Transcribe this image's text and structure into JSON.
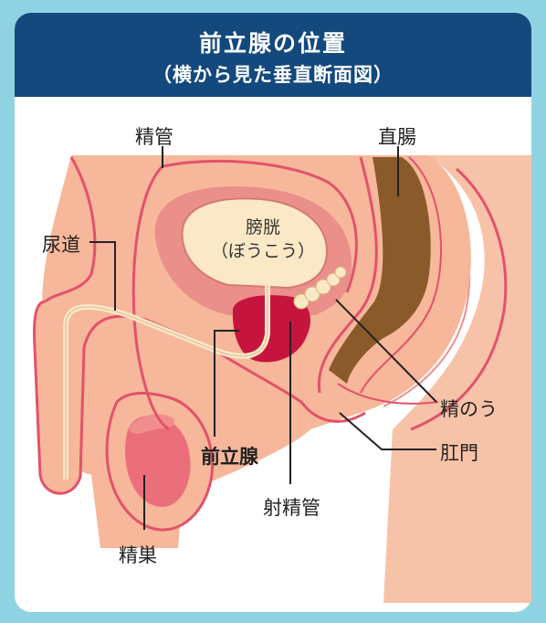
{
  "header": {
    "title": "前立腺の位置",
    "subtitle": "（横から見た垂直断面図）"
  },
  "labels": {
    "seikan": "精管",
    "chokucho": "直腸",
    "nyodo": "尿道",
    "bokou_line1": "膀胱",
    "bokou_line2": "（ぼうこう）",
    "seinou": "精のう",
    "komon": "肛門",
    "zenritsusen": "前立腺",
    "shaseikan": "射精管",
    "seiso": "精巣"
  },
  "colors": {
    "background": "#8fd3e3",
    "header": "#13497d",
    "skin": "#f6b79a",
    "tissue_line": "#e2526a",
    "bladder_wall": "#ea8f8a",
    "bladder": "#fbe8c6",
    "prostate": "#c5153f",
    "rectum": "#8a5a2b",
    "testis": "#eb6f7b",
    "leader_line": "#222222"
  }
}
